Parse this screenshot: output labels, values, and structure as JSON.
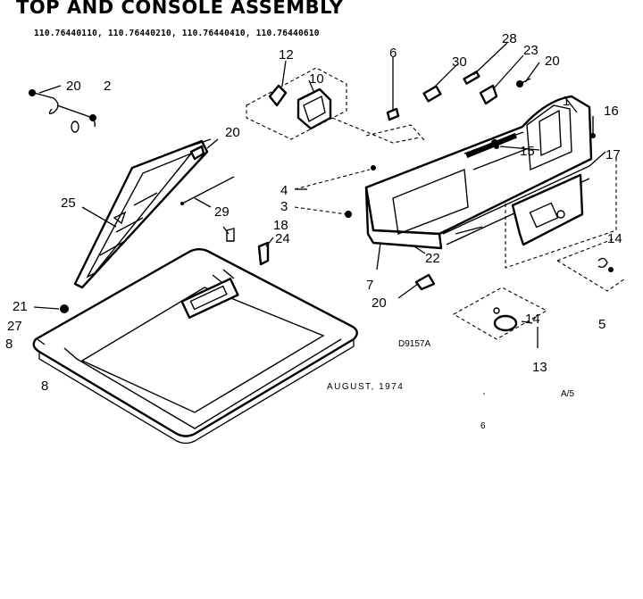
{
  "title": "TOP AND CONSOLE ASSEMBLY",
  "models": "110.76440110, 110.76440210, 110.76440410, 110.76440610",
  "date_text": "AUGUST, 1974",
  "code_text": "D9157A",
  "page_ref": "A/5",
  "stray_mark": "6",
  "callouts": {
    "c20a": "20",
    "c2": "2",
    "c12": "12",
    "c10": "10",
    "c6": "6",
    "c30": "30",
    "c28": "28",
    "c23": "23",
    "c20b": "20",
    "c1": "1",
    "c16": "16",
    "c20c": "20",
    "c15": "15",
    "c17": "17",
    "c25": "25",
    "c29": "29",
    "c4": "4",
    "c3": "3",
    "c18": "18",
    "c24": "24",
    "c14a": "14",
    "c22": "22",
    "c7": "7",
    "c20d": "20",
    "c21": "21",
    "c27": "27",
    "c8a": "8",
    "c8b": "8",
    "c5": "5",
    "c14b": "14",
    "c13": "13"
  }
}
